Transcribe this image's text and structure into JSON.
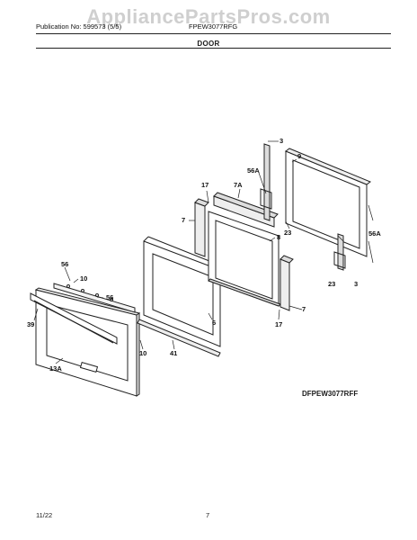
{
  "header": {
    "watermark": "AppliancePartsPros.com",
    "publication": "Publication No: 599573 (5/5)",
    "model": "FPEW3077RFG",
    "section_title": "DOOR"
  },
  "diagram": {
    "reference_code": "DFPEW3077RFF",
    "callouts": [
      "3",
      "9",
      "56A",
      "17",
      "7A",
      "7",
      "8",
      "23",
      "56A",
      "23",
      "3",
      "56",
      "10",
      "56",
      "39",
      "6",
      "7",
      "17",
      "10",
      "41",
      "13A"
    ]
  },
  "footer": {
    "date": "11/22",
    "page_number": "7"
  }
}
